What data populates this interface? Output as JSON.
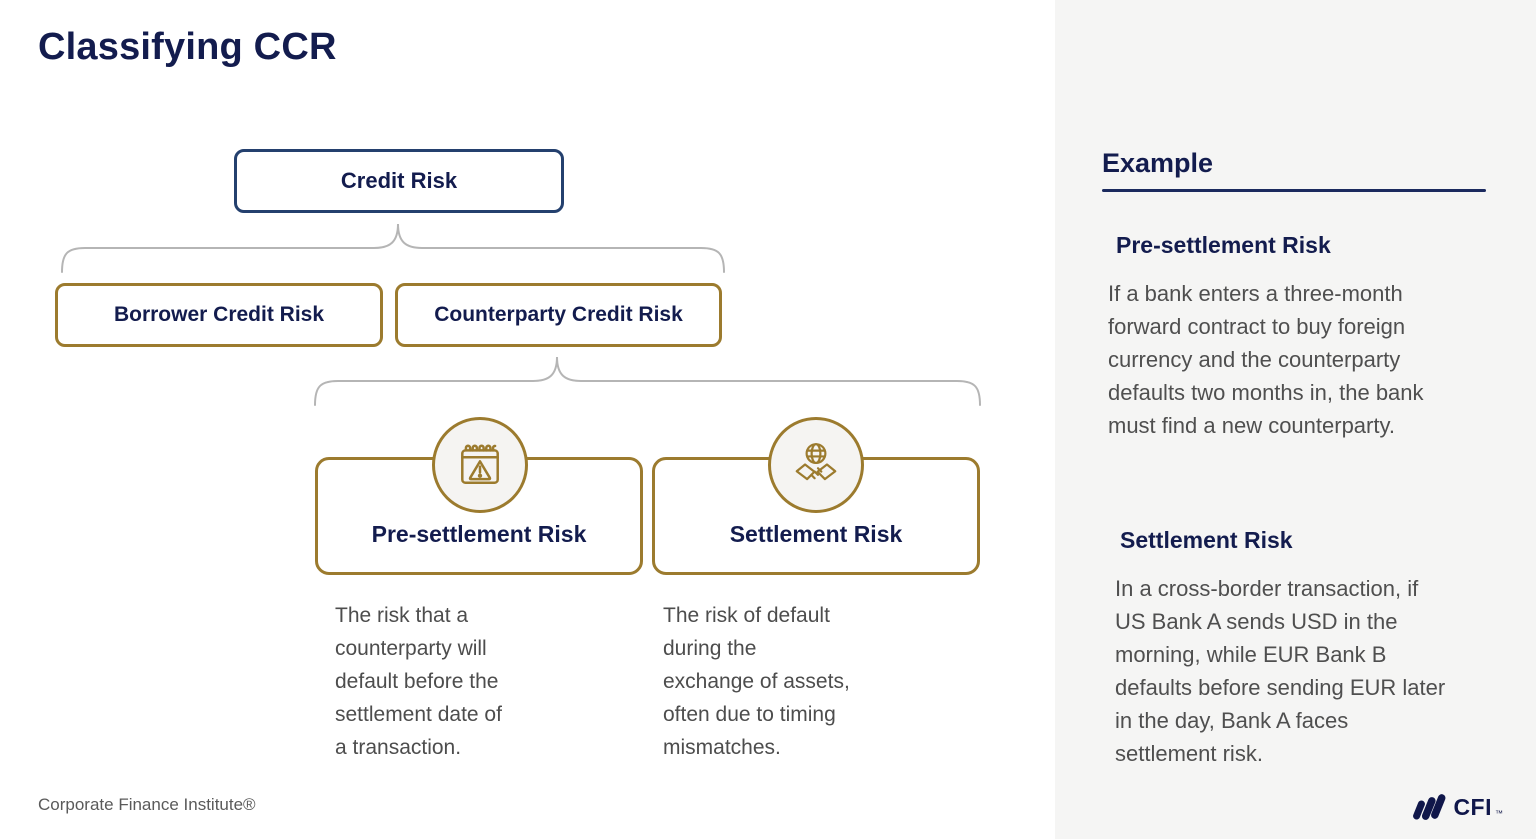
{
  "slide": {
    "title": "Classifying CCR",
    "footer": "Corporate Finance Institute®",
    "brand": {
      "name": "CFI",
      "tm": "™"
    }
  },
  "diagram": {
    "root": {
      "label": "Credit Risk"
    },
    "level2": [
      {
        "label": "Borrower Credit Risk"
      },
      {
        "label": "Counterparty Credit Risk"
      }
    ],
    "level3": [
      {
        "label": "Pre-settlement Risk",
        "icon": "calendar-warning-icon",
        "description": "The risk that a\ncounterparty will\ndefault before the\nsettlement date of\na transaction."
      },
      {
        "label": "Settlement Risk",
        "icon": "globe-handshake-icon",
        "description": "The risk of default\nduring the\nexchange of assets,\noften due to timing\nmismatches."
      }
    ]
  },
  "example_panel": {
    "heading": "Example",
    "sections": [
      {
        "title": "Pre-settlement Risk",
        "body": "If a bank enters a three-month\nforward contract to buy foreign\ncurrency and the counterparty\ndefaults two months in, the bank\nmust find a new counterparty."
      },
      {
        "title": "Settlement Risk",
        "body": "In a cross-border transaction, if\nUS Bank A sends USD in the\nmorning, while EUR Bank B\ndefaults before sending EUR later\nin the day, Bank A faces\nsettlement risk."
      }
    ]
  },
  "colors": {
    "navy_text": "#131c4e",
    "navy_border": "#24406e",
    "gold": "#9c7b2e",
    "gray_text": "#4d4d4d",
    "panel_bg": "#f5f5f4",
    "brace_gray": "#b5b5b5"
  }
}
